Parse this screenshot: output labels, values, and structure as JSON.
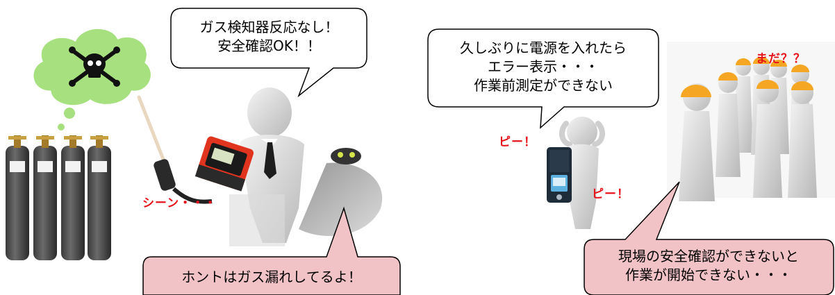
{
  "left_scene": {
    "detector_bubble": {
      "line1": "ガス検知器反応なし！",
      "line2": "安全確認OK！！"
    },
    "silence_text": "シーン・・・",
    "truth_bubble": "ホントはガス漏れしてるよ！"
  },
  "right_scene": {
    "error_bubble": {
      "line1": "久しぶりに電源を入れたら",
      "line2": "エラー表示・・・",
      "line3": "作業前測定ができない"
    },
    "beep1": "ピー！",
    "beep2": "ピー！",
    "waiting_text": "まだ？？",
    "consequence_bubble": {
      "line1": "現場の安全確認ができないと",
      "line2": "作業が開始できない・・・"
    }
  },
  "colors": {
    "gas_cloud": "#a6e07f",
    "pink_bubble": "#f2c3c6",
    "helmet": "#f5a623",
    "detector_red": "#e0341f",
    "alert_red": "#e8141c"
  },
  "icons": [
    "skull-crossbones-icon",
    "gas-cylinder-icon",
    "gas-detector-icon"
  ]
}
